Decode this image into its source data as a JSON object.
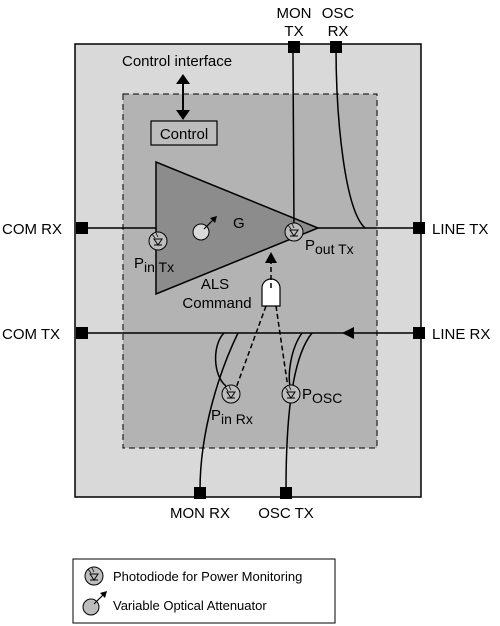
{
  "ports": {
    "com_rx": "COM RX",
    "com_tx": "COM TX",
    "line_tx": "LINE TX",
    "line_rx": "LINE RX",
    "mon_tx_line1": "MON",
    "mon_tx_line2": "TX",
    "osc_rx_line1": "OSC",
    "osc_rx_line2": "RX",
    "mon_rx": "MON RX",
    "osc_tx": "OSC TX"
  },
  "labels": {
    "control_interface": "Control interface",
    "control": "Control",
    "gain": "G",
    "als_line1": "ALS",
    "als_line2": "Command",
    "p_in_tx_main": "P",
    "p_in_tx_sub": "in Tx",
    "p_out_tx_main": "P",
    "p_out_tx_sub": "out Tx",
    "p_in_rx_main": "P",
    "p_in_rx_sub": "in Rx",
    "p_osc_main": "P",
    "p_osc_sub": "OSC"
  },
  "legend": {
    "photodiode": "Photodiode for Power Monitoring",
    "voa": "Variable Optical Attenuator"
  },
  "colors": {
    "outer_box": "#d9d9d9",
    "inner_box": "#b3b3b3",
    "amplifier": "#8c8c8c",
    "component": "#bdbdbd"
  }
}
